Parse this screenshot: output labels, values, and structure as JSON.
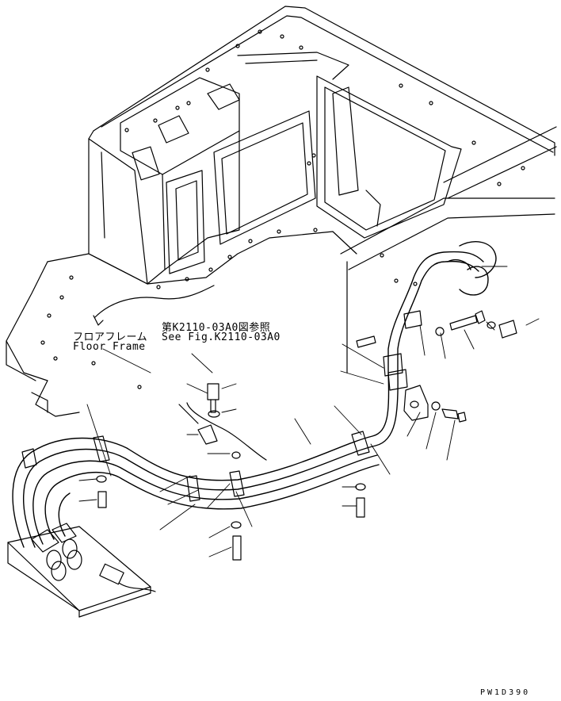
{
  "labels": {
    "floor_frame_jp": "フロアフレーム",
    "floor_frame_en": "Floor Frame",
    "reference_jp": "第K2110-03A0図参照",
    "reference_en": "See Fig.K2110-03A0",
    "drawing_code": "PW1D390"
  },
  "colors": {
    "line": "#000000",
    "background": "#ffffff"
  }
}
